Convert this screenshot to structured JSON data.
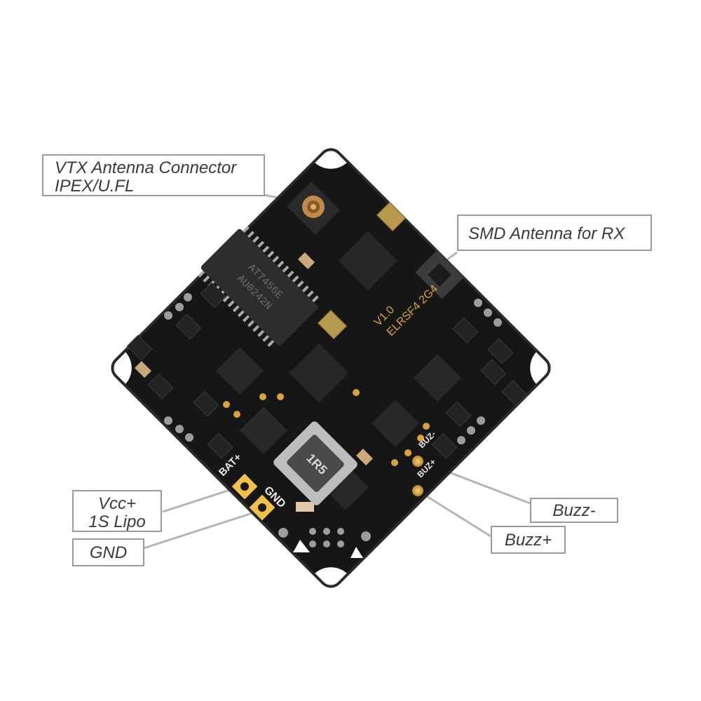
{
  "image": {
    "subject": "flight controller PCB with labeled connectors",
    "background_color": "#ffffff",
    "pcb_color": "#161616"
  },
  "silkscreen": {
    "board_name": "ELRSF4 2G4",
    "board_version": "V1.0",
    "bat_pad": "BAT+",
    "gnd_pad": "GND",
    "buz_neg": "BUZ-",
    "buz_pos": "BUZ+",
    "inductor": "1R5",
    "chip_marking_1": "AT7456E",
    "chip_marking_2": "AU0242N"
  },
  "callouts": {
    "vtx_antenna": {
      "line1": "VTX Antenna Connector",
      "line2": "IPEX/U.FL"
    },
    "smd_antenna": {
      "line1": "SMD Antenna for RX"
    },
    "vcc": {
      "line1": "Vcc+",
      "line2": "1S Lipo"
    },
    "gnd": {
      "line1": "GND"
    },
    "buzz_minus": {
      "line1": "Buzz-"
    },
    "buzz_plus": {
      "line1": "Buzz+"
    }
  }
}
